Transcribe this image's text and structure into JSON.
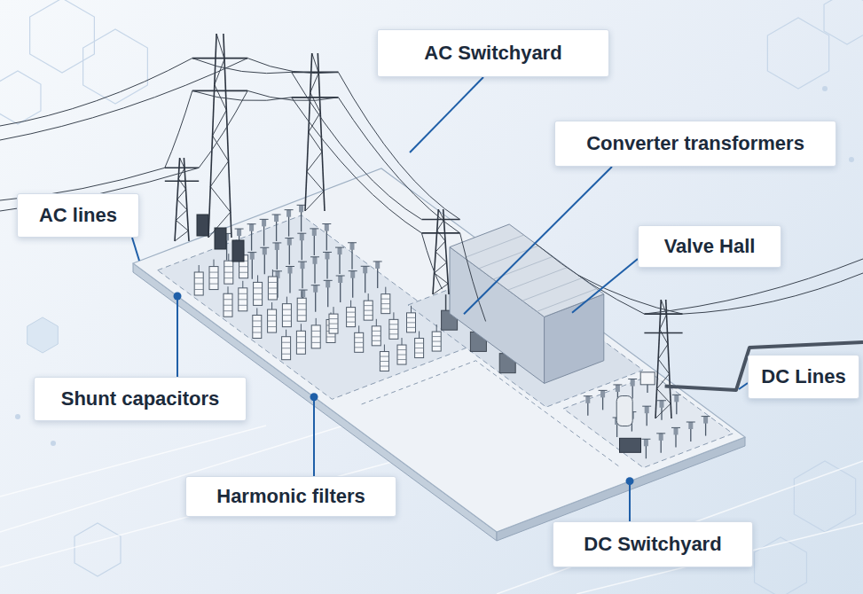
{
  "diagram": {
    "nodes": [
      {
        "text": [
          "AC Switchyard"
        ]
      },
      {
        "text": [
          "Converter transformers"
        ]
      },
      {
        "text": [
          "AC lines"
        ]
      },
      {
        "text": [
          "Valve Hall"
        ]
      },
      {
        "text": [
          "DC Lines"
        ]
      },
      {
        "text": [
          "Shunt capacitors"
        ]
      },
      {
        "text": [
          "Harmonic filters"
        ]
      },
      {
        "text": [
          "DC Switchyard"
        ]
      }
    ]
  }
}
